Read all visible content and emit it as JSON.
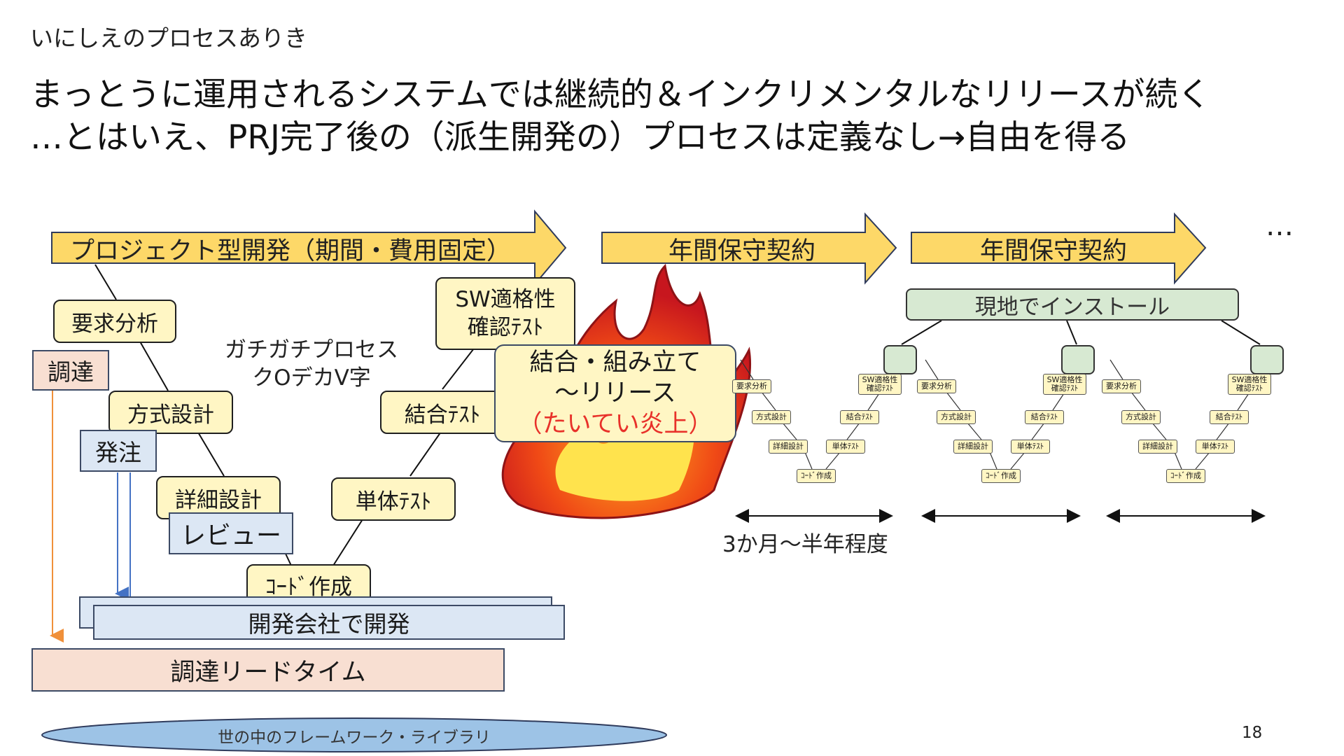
{
  "slide": {
    "section_title": "いにしえのプロセスありき",
    "title_line1": "まっとうに運用されるシステムでは継続的＆インクリメンタルなリリースが続く",
    "title_line2": "…とはいえ、PRJ完了後の（派生開発の）プロセスは定義なし→自由を得る",
    "page_number": "18"
  },
  "phases": {
    "project": "プロジェクト型開発（期間・費用固定）",
    "maintenance1": "年間保守契約",
    "maintenance2": "年間保守契約",
    "ellipsis": "…"
  },
  "vmodel": {
    "requirements": "要求分析",
    "architecture": "方式設計",
    "detailed_design": "詳細設計",
    "coding": "ｺｰﾄﾞ作成",
    "unit_test": "単体ﾃｽﾄ",
    "integration_test": "結合ﾃｽﾄ",
    "sw_test_line1": "SW適格性",
    "sw_test_line2": "確認ﾃｽﾄ",
    "caption_line1": "ガチガチプロセス",
    "caption_line2": "クOデカV字"
  },
  "procurement": {
    "procure": "調達",
    "order": "発注",
    "review": "レビュー",
    "dev_company_back": "開発会社で開発",
    "dev_company_front": "開発会社で開発",
    "lead_time": "調達リードタイム"
  },
  "release": {
    "line1": "結合・組み立て",
    "line2": "～リリース",
    "line3": "（たいてい炎上）",
    "fire_icon": "fire-icon"
  },
  "maintenance": {
    "install": "現地でインストール",
    "mini_labels": {
      "requirements": "要求分析",
      "architecture": "方式設計",
      "detailed_design": "詳細設計",
      "coding": "ｺｰﾄﾞ作成",
      "unit_test": "単体ﾃｽﾄ",
      "integration_test": "結合ﾃｽﾄ",
      "sw_test_line1": "SW適格性",
      "sw_test_line2": "確認ﾃｽﾄ"
    },
    "period_label": "3か月～半年程度"
  },
  "foundation": {
    "label": "世の中のフレームワーク・ライブラリ"
  },
  "colors": {
    "arrow_fill": "#fdd868",
    "arrow_stroke": "#2f3b5c",
    "box_yellow": "#fff6c4",
    "box_pink": "#f8dfd2",
    "box_blue": "#dce7f4",
    "box_green": "#d7e9d2",
    "ellipse_fill": "#9dc3e6",
    "accent_red": "#e8312a",
    "orange_line": "#f0903a",
    "blue_line": "#4472c4"
  }
}
